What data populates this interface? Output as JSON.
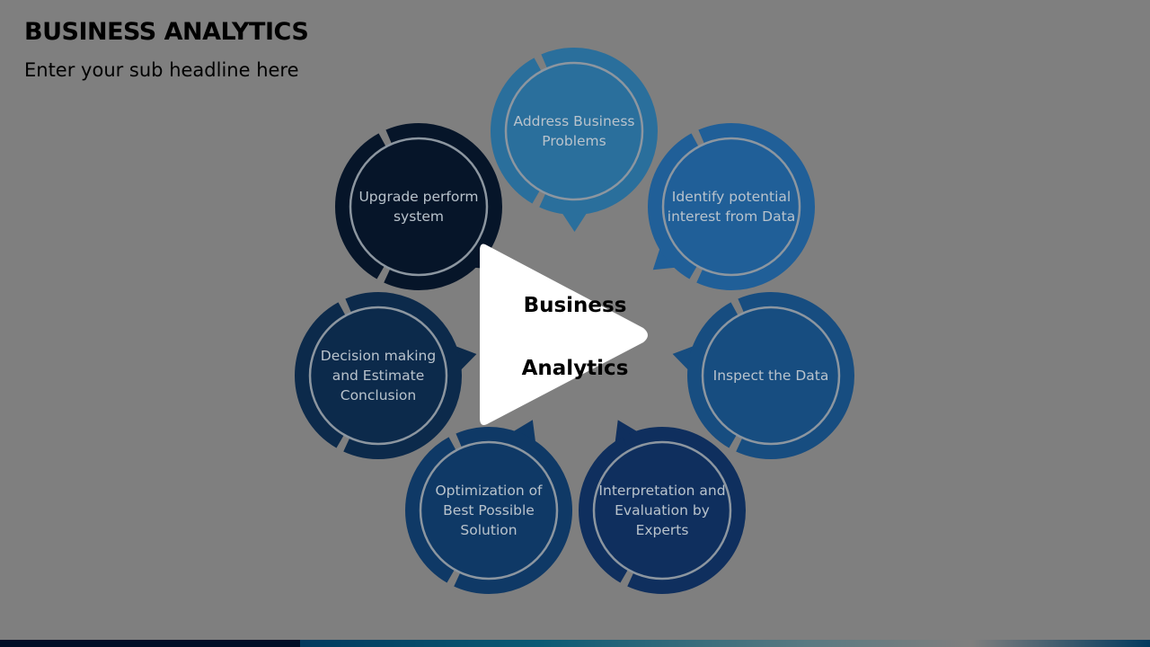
{
  "slide": {
    "title": "BUSINESS ANALYTICS",
    "subtitle": "Enter your sub headline here",
    "center_label": "Business Analytics"
  },
  "nodes": [
    {
      "label": "Address Business Problems",
      "color": "#2a6f9c"
    },
    {
      "label": "Identify potential interest from Data",
      "color": "#205f98"
    },
    {
      "label": "Inspect the Data",
      "color": "#174d80"
    },
    {
      "label": "Interpretation and Evaluation by Experts",
      "color": "#0f2f5e"
    },
    {
      "label": "Optimization of Best Possible Solution",
      "color": "#0f3966"
    },
    {
      "label": "Decision making and Estimate Conclusion",
      "color": "#0c2a4b"
    },
    {
      "label": "Upgrade perform system",
      "color": "#061529"
    }
  ],
  "overlay": {
    "icon": "play-icon"
  }
}
